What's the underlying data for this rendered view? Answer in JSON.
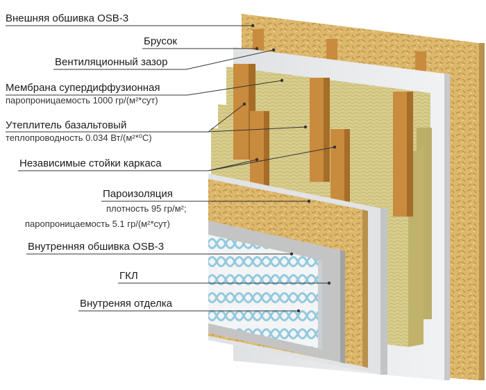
{
  "labels": {
    "osb_outer": "Внешняя обшивка OSB-3",
    "batten": "Брусок",
    "vent_gap": "Вентиляционный зазор",
    "membrane": "Мембрана супердиффузионная",
    "membrane_note": "паропроницаемость 1000 гр/(м²*сут)",
    "insulation": "Утеплитель базальтовый",
    "insulation_note": "теплопроводность 0.034 Вт/(м²*⁰С)",
    "studs": "Независимые стойки каркаса",
    "vapor_barrier": "Пароизоляция",
    "vapor_note_1": "плотность 95 гр/м²;",
    "vapor_note_2": "паропроницаемость 5.1 гр/(м²*сут)",
    "osb_inner": "Внутренняя обшивка OSB-3",
    "gkl": "ГКЛ",
    "finish": "Внутреняя отделка"
  },
  "colors": {
    "osb": "#d9b56a",
    "membrane": "#e3e6e8",
    "insulation": "#d8cc8c",
    "wood": "#c78a3c",
    "gkl": "#bfbfbf",
    "finish_pattern": "#8fc7dc"
  }
}
